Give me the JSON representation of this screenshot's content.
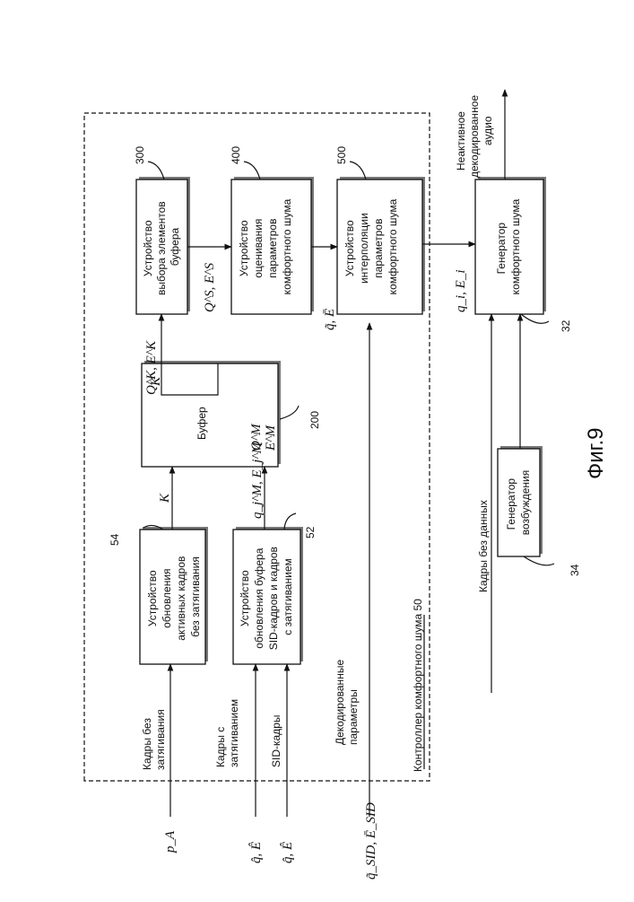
{
  "figure": {
    "caption": "Фиг.9",
    "controller_label": "Контроллер комфортного шума 50"
  },
  "blocks": {
    "b300": {
      "lines": [
        "Устройство",
        "выбора элементов",
        "буфера"
      ],
      "ref": "300"
    },
    "b400": {
      "lines": [
        "Устройство",
        "оценивания",
        "параметров",
        "комфортного шума"
      ],
      "ref": "400"
    },
    "b500": {
      "lines": [
        "Устройство",
        "интерполяции",
        "параметров",
        "комфортного шума"
      ],
      "ref": "500"
    },
    "b200": {
      "title": "Буфер",
      "ref": "200",
      "sym_k": "K",
      "sym_q": "Q^M",
      "sym_e": "E^M"
    },
    "b54": {
      "lines": [
        "Устройство",
        "обновления",
        "активных кадров",
        "без затягивания"
      ],
      "ref": "54"
    },
    "b52": {
      "lines": [
        "Устройство",
        "обновления буфера",
        "SID-кадров и кадров",
        "с затягиванием"
      ],
      "ref": "52"
    },
    "b32": {
      "lines": [
        "Генератор",
        "комфортного шума"
      ],
      "ref": "32"
    },
    "b34": {
      "lines": [
        "Генератор",
        "возбуждения"
      ],
      "ref": "34"
    }
  },
  "signals": {
    "pa": "p_A",
    "qe_hang": "q̂, Ê",
    "qe_sid": "q̂, Ê",
    "q_sid": "q̃_SID, Ē_SID",
    "k_to_buf": "K",
    "qj_ej": "q_j^M, E_j^M",
    "qk_ek": "Q^K, E^K",
    "qs_es": "Q^S, E^S",
    "q_e_bar": "q̃, Ē",
    "qi_ei": "q_i, E_i"
  },
  "inputs": {
    "no_hang_frames": [
      "Кадры без",
      "затягивания"
    ],
    "hang_frames": [
      "Кадры с",
      "затягиванием"
    ],
    "sid_frames": "SID-кадры",
    "decoded_params": [
      "Декодированные",
      "параметры"
    ],
    "no_data_frames": "Кадры без данных"
  },
  "output": {
    "inactive_audio": [
      "Неактивное",
      "декодированное",
      "аудио"
    ]
  }
}
